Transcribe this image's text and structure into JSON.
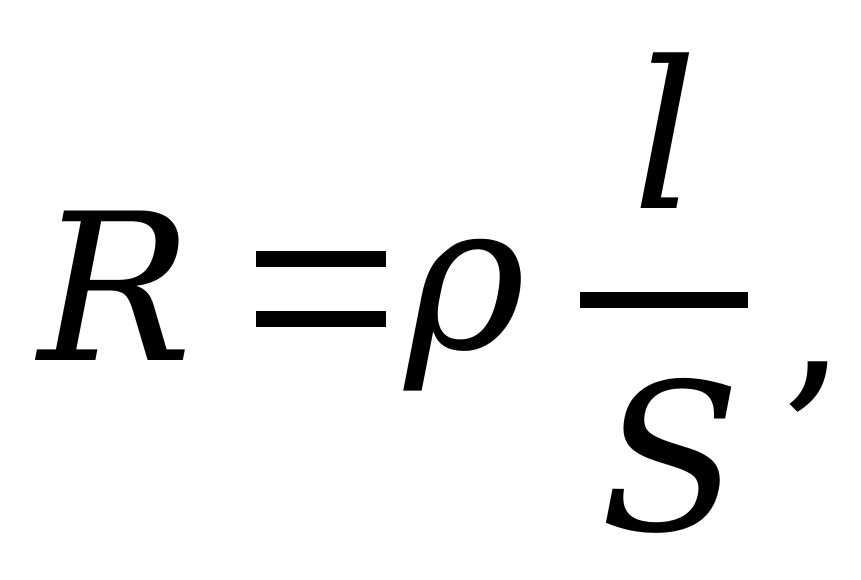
{
  "formula": {
    "lhs": "R",
    "coefficient": "ρ",
    "numerator": "l",
    "denominator": "S",
    "trailing": ","
  }
}
